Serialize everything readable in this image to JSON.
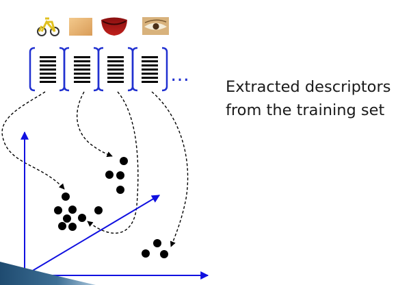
{
  "caption": {
    "line1": "Extracted descriptors",
    "line2": "from the training set"
  },
  "ellipsis": "…",
  "thumbnails": [
    "bicycle-thumbnail",
    "skin-patch-thumbnail",
    "lips-thumbnail",
    "eye-thumbnail"
  ],
  "colors": {
    "axis": "#1010e0",
    "bracket": "#2030d0",
    "descriptor_bars": "#000000",
    "dots": "#000000",
    "dashed_arrows": "#000000",
    "corner_shape": "#2e5e84"
  }
}
